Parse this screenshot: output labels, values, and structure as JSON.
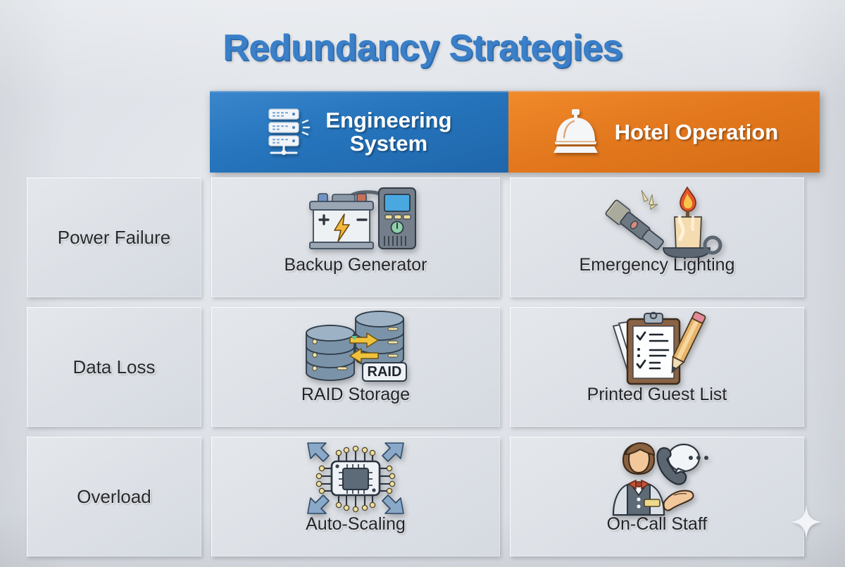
{
  "title": "Redundancy Strategies",
  "theme": {
    "title_color": "#3a7fc8",
    "engineering_color": "#2675bd",
    "hotel_color": "#e3781e",
    "background_color": "#dde1e7",
    "cell_color": "#dce0e6",
    "text_color": "#222428"
  },
  "header": {
    "engineering": {
      "label": "Engineering\nSystem",
      "icon": "server-rack-icon"
    },
    "hotel": {
      "label": "Hotel Operation",
      "icon": "service-bell-icon"
    }
  },
  "rows": [
    {
      "label": "Power Failure",
      "engineering": {
        "caption": "Backup Generator",
        "icon": "battery-generator-icon"
      },
      "hotel": {
        "caption": "Emergency Lighting",
        "icon": "flashlight-candle-icon"
      }
    },
    {
      "label": "Data Loss",
      "engineering": {
        "caption": "RAID Storage",
        "icon": "raid-disks-icon",
        "badge": "RAID"
      },
      "hotel": {
        "caption": "Printed Guest List",
        "icon": "clipboard-pencil-icon"
      }
    },
    {
      "label": "Overload",
      "engineering": {
        "caption": "Auto-Scaling",
        "icon": "cpu-chip-arrows-icon"
      },
      "hotel": {
        "caption": "On-Call Staff",
        "icon": "concierge-phone-icon"
      }
    }
  ],
  "decoration": {
    "sparkle": "sparkle-icon"
  }
}
